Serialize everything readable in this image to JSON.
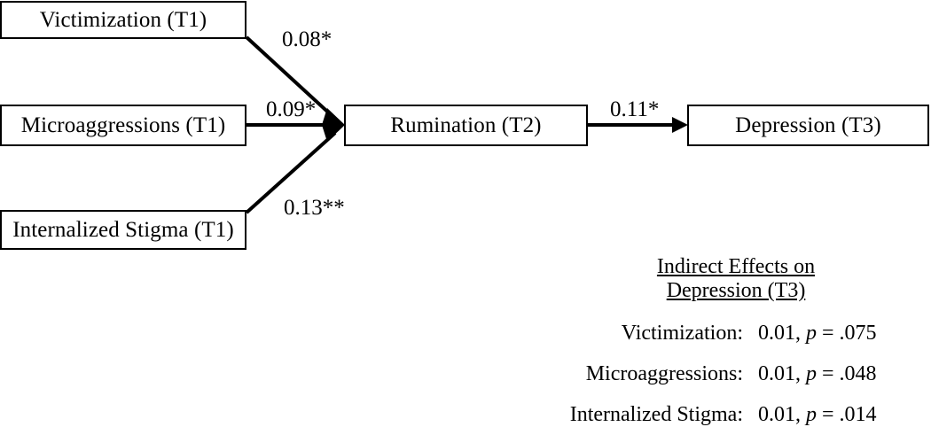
{
  "diagram": {
    "nodes": [
      {
        "id": "victimization",
        "label": "Victimization (T1)"
      },
      {
        "id": "microaggressions",
        "label": "Microaggressions (T1)"
      },
      {
        "id": "stigma",
        "label": "Internalized Stigma (T1)"
      },
      {
        "id": "rumination",
        "label": "Rumination (T2)"
      },
      {
        "id": "depression",
        "label": "Depression (T3)"
      }
    ],
    "paths": [
      {
        "from": "victimization",
        "to": "rumination",
        "coefficient": "0.08*"
      },
      {
        "from": "microaggressions",
        "to": "rumination",
        "coefficient": "0.09*"
      },
      {
        "from": "stigma",
        "to": "rumination",
        "coefficient": "0.13**"
      },
      {
        "from": "rumination",
        "to": "depression",
        "coefficient": "0.11*"
      }
    ],
    "line_color": "#000000"
  },
  "indirect_effects": {
    "header_line1": "Indirect Effects on",
    "header_line2": "Depression (T3)",
    "rows": [
      {
        "label": "Victimization:",
        "estimate": "0.01, ",
        "p_symbol": "p",
        "p_value": " = .075"
      },
      {
        "label": "Microaggressions:",
        "estimate": "0.01, ",
        "p_symbol": "p",
        "p_value": " = .048"
      },
      {
        "label": "Internalized Stigma:",
        "estimate": "0.01, ",
        "p_symbol": "p",
        "p_value": " = .014"
      }
    ]
  }
}
